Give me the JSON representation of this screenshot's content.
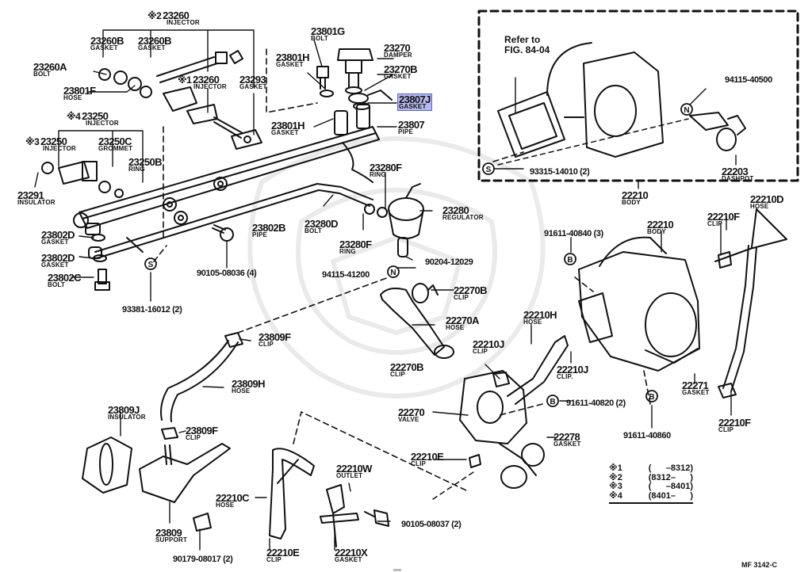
{
  "diagram": {
    "title_note": "Refer to\nFIG. 84-04",
    "figure_code": "MF  3142-C",
    "highlight_color": "#5a64dc",
    "legend": [
      {
        "mark": "※1",
        "range": "(      –8312)"
      },
      {
        "mark": "※2",
        "range": "(8312–      )"
      },
      {
        "mark": "※3",
        "range": "(      –8401)"
      },
      {
        "mark": "※4",
        "range": "(8401–      )"
      }
    ],
    "callouts": [
      {
        "mark": "※2",
        "part": "23260",
        "name": "INJECTOR"
      },
      {
        "part": "23260B",
        "name": "GASKET"
      },
      {
        "part": "23260B",
        "name": "GASKET"
      },
      {
        "part": "23260A",
        "name": "BOLT"
      },
      {
        "part": "23801F",
        "name": "HOSE"
      },
      {
        "mark": "※1",
        "part": "23260",
        "name": "INJECTOR"
      },
      {
        "part": "23293",
        "name": "GASKET"
      },
      {
        "mark": "※4",
        "part": "23250",
        "name": "INJECTOR"
      },
      {
        "mark": "※3",
        "part": "23250",
        "name": "INJECTOR"
      },
      {
        "part": "23250C",
        "name": "GROMMET"
      },
      {
        "part": "23250B",
        "name": "RING"
      },
      {
        "part": "23291",
        "name": "INSULATOR"
      },
      {
        "part": "23801G",
        "name": "BOLT"
      },
      {
        "part": "23801H",
        "name": "GASKET"
      },
      {
        "part": "23270",
        "name": "DAMPER"
      },
      {
        "part": "23270B",
        "name": "GASKET"
      },
      {
        "part": "23807J",
        "name": "GASKET",
        "highlighted": true
      },
      {
        "part": "23801H",
        "name": "GASKET"
      },
      {
        "part": "23807",
        "name": "PIPE"
      },
      {
        "part": "23280F",
        "name": "RING"
      },
      {
        "part": "23280",
        "name": "REGULATOR"
      },
      {
        "part": "23802B",
        "name": "PIPE"
      },
      {
        "part": "23280D",
        "name": "BOLT"
      },
      {
        "part": "23280F",
        "name": "RING"
      },
      {
        "part": "23802D",
        "name": "GASKET"
      },
      {
        "part": "23802D",
        "name": "GASKET"
      },
      {
        "part": "23802C",
        "name": "BOLT"
      },
      {
        "part": "90105-08036 (4)"
      },
      {
        "part": "93381-16012 (2)"
      },
      {
        "part": "90204-12029"
      },
      {
        "part": "94115-41200"
      },
      {
        "part": "94115-40500"
      },
      {
        "part": "93315-14010 (2)"
      },
      {
        "part": "22203",
        "name": "DASHPOT"
      },
      {
        "part": "22210",
        "name": "BODY"
      },
      {
        "part": "22210D",
        "name": "HOSE"
      },
      {
        "part": "91611-40840 (3)"
      },
      {
        "part": "22210",
        "name": "BODY"
      },
      {
        "part": "22210F",
        "name": "CLIP"
      },
      {
        "part": "22270B",
        "name": "CLIP"
      },
      {
        "part": "22270A",
        "name": "HOSE"
      },
      {
        "part": "22210H",
        "name": "HOSE"
      },
      {
        "part": "22210J",
        "name": "CLIP"
      },
      {
        "part": "22270B",
        "name": "CLIP"
      },
      {
        "part": "22210J",
        "name": "CLIP."
      },
      {
        "part": "22271",
        "name": "GASKET"
      },
      {
        "part": "91611-40820 (2)"
      },
      {
        "part": "22270",
        "name": "VALVE"
      },
      {
        "part": "22278",
        "name": "GASKET"
      },
      {
        "part": "91611-40860"
      },
      {
        "part": "22210F",
        "name": "CLIP"
      },
      {
        "part": "23809F",
        "name": "CLIP"
      },
      {
        "part": "23809H",
        "name": "HOSE"
      },
      {
        "part": "23809J",
        "name": "INSULATOR"
      },
      {
        "part": "23809F",
        "name": "CLIP"
      },
      {
        "part": "22210E",
        "name": "CLIP"
      },
      {
        "part": "22210W",
        "name": "OUTLET"
      },
      {
        "part": "22210C",
        "name": "HOSE"
      },
      {
        "part": "23809",
        "name": "SUPPORT"
      },
      {
        "part": "90179-08017 (2)"
      },
      {
        "part": "22210E",
        "name": "CLIP"
      },
      {
        "part": "22210X",
        "name": "GASKET"
      },
      {
        "part": "90105-08037 (2)"
      }
    ],
    "symbols": [
      {
        "letter": "S"
      },
      {
        "letter": "N"
      },
      {
        "letter": "N"
      },
      {
        "letter": "S"
      },
      {
        "letter": "B"
      },
      {
        "letter": "B"
      },
      {
        "letter": "B"
      }
    ]
  }
}
